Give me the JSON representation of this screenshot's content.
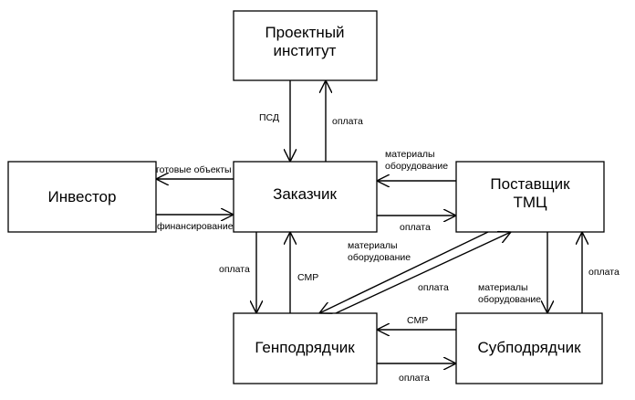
{
  "nodes": {
    "institute": [
      "Проектный",
      "институт"
    ],
    "investor": "Инвестор",
    "customer": "Заказчик",
    "supplier": [
      "Поставщик",
      "ТМЦ"
    ],
    "gencontractor": "Генподрядчик",
    "subcontractor": "Субподрядчик"
  },
  "edges": {
    "psd": "ПСД",
    "payment_institute": "оплата",
    "ready_objects": "готовые объекты",
    "financing": "финансирование",
    "materials_to_customer": [
      "материалы",
      "оборудование"
    ],
    "payment_to_supplier": "оплата",
    "payment_to_gen": "оплата",
    "smr_to_customer": "СМР",
    "materials_to_gen": [
      "материалы",
      "оборудование"
    ],
    "payment_gen_to_supplier": "оплата",
    "materials_to_sub": [
      "материалы",
      "оборудование"
    ],
    "payment_sub_to_supplier": "оплата",
    "smr_sub_to_gen": "СМР",
    "payment_gen_to_sub": "оплата"
  }
}
